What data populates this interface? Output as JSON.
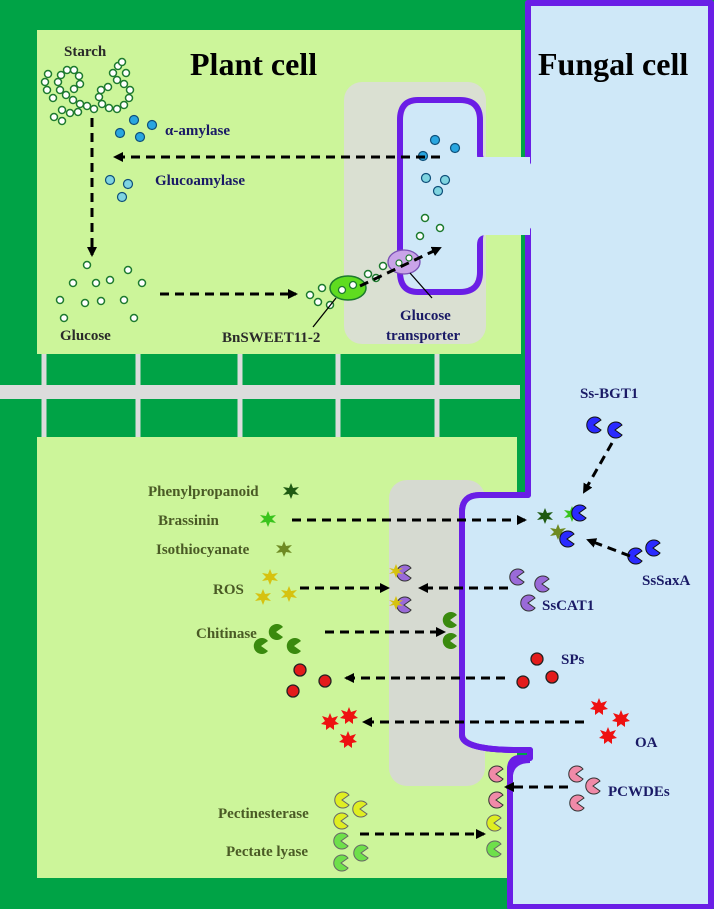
{
  "titles": {
    "plant_cell": "Plant cell",
    "fungal_cell": "Fungal cell"
  },
  "labels": {
    "starch": "Starch",
    "alpha_amylase": "α-amylase",
    "glucoamylase": "Glucoamylase",
    "glucose": "Glucose",
    "bnsweet": "BnSWEET11-2",
    "glucose_transporter_1": "Glucose",
    "glucose_transporter_2": "transporter",
    "ss_bgt1": "Ss-BGT1",
    "phenylpropanoid": "Phenylpropanoid",
    "brassinin": "Brassinin",
    "isothiocyanate": "Isothiocyanate",
    "ssaxa": "SsSaxA",
    "ros": "ROS",
    "sscat1": "SsCAT1",
    "chitinase": "Chitinase",
    "sps": "SPs",
    "oa": "OA",
    "pcwdes": "PCWDEs",
    "pectinesterase": "Pectinesterase",
    "pectate_lyase": "Pectate lyase"
  },
  "colors": {
    "background_green": "#00a346",
    "plant_cytoplasm": "#ccf59a",
    "fungal_cytoplasm": "#cfe8f8",
    "fungal_wall": "#6a1ee6",
    "interface_gray": "#dcdcdc",
    "glucose": "#ffffff",
    "amylase": "#29a6e0",
    "oa": "#ee1111",
    "sps": "#e31b1b",
    "chitinase": "#3a8a0e",
    "pectin_enzyme": "#dfee22"
  }
}
